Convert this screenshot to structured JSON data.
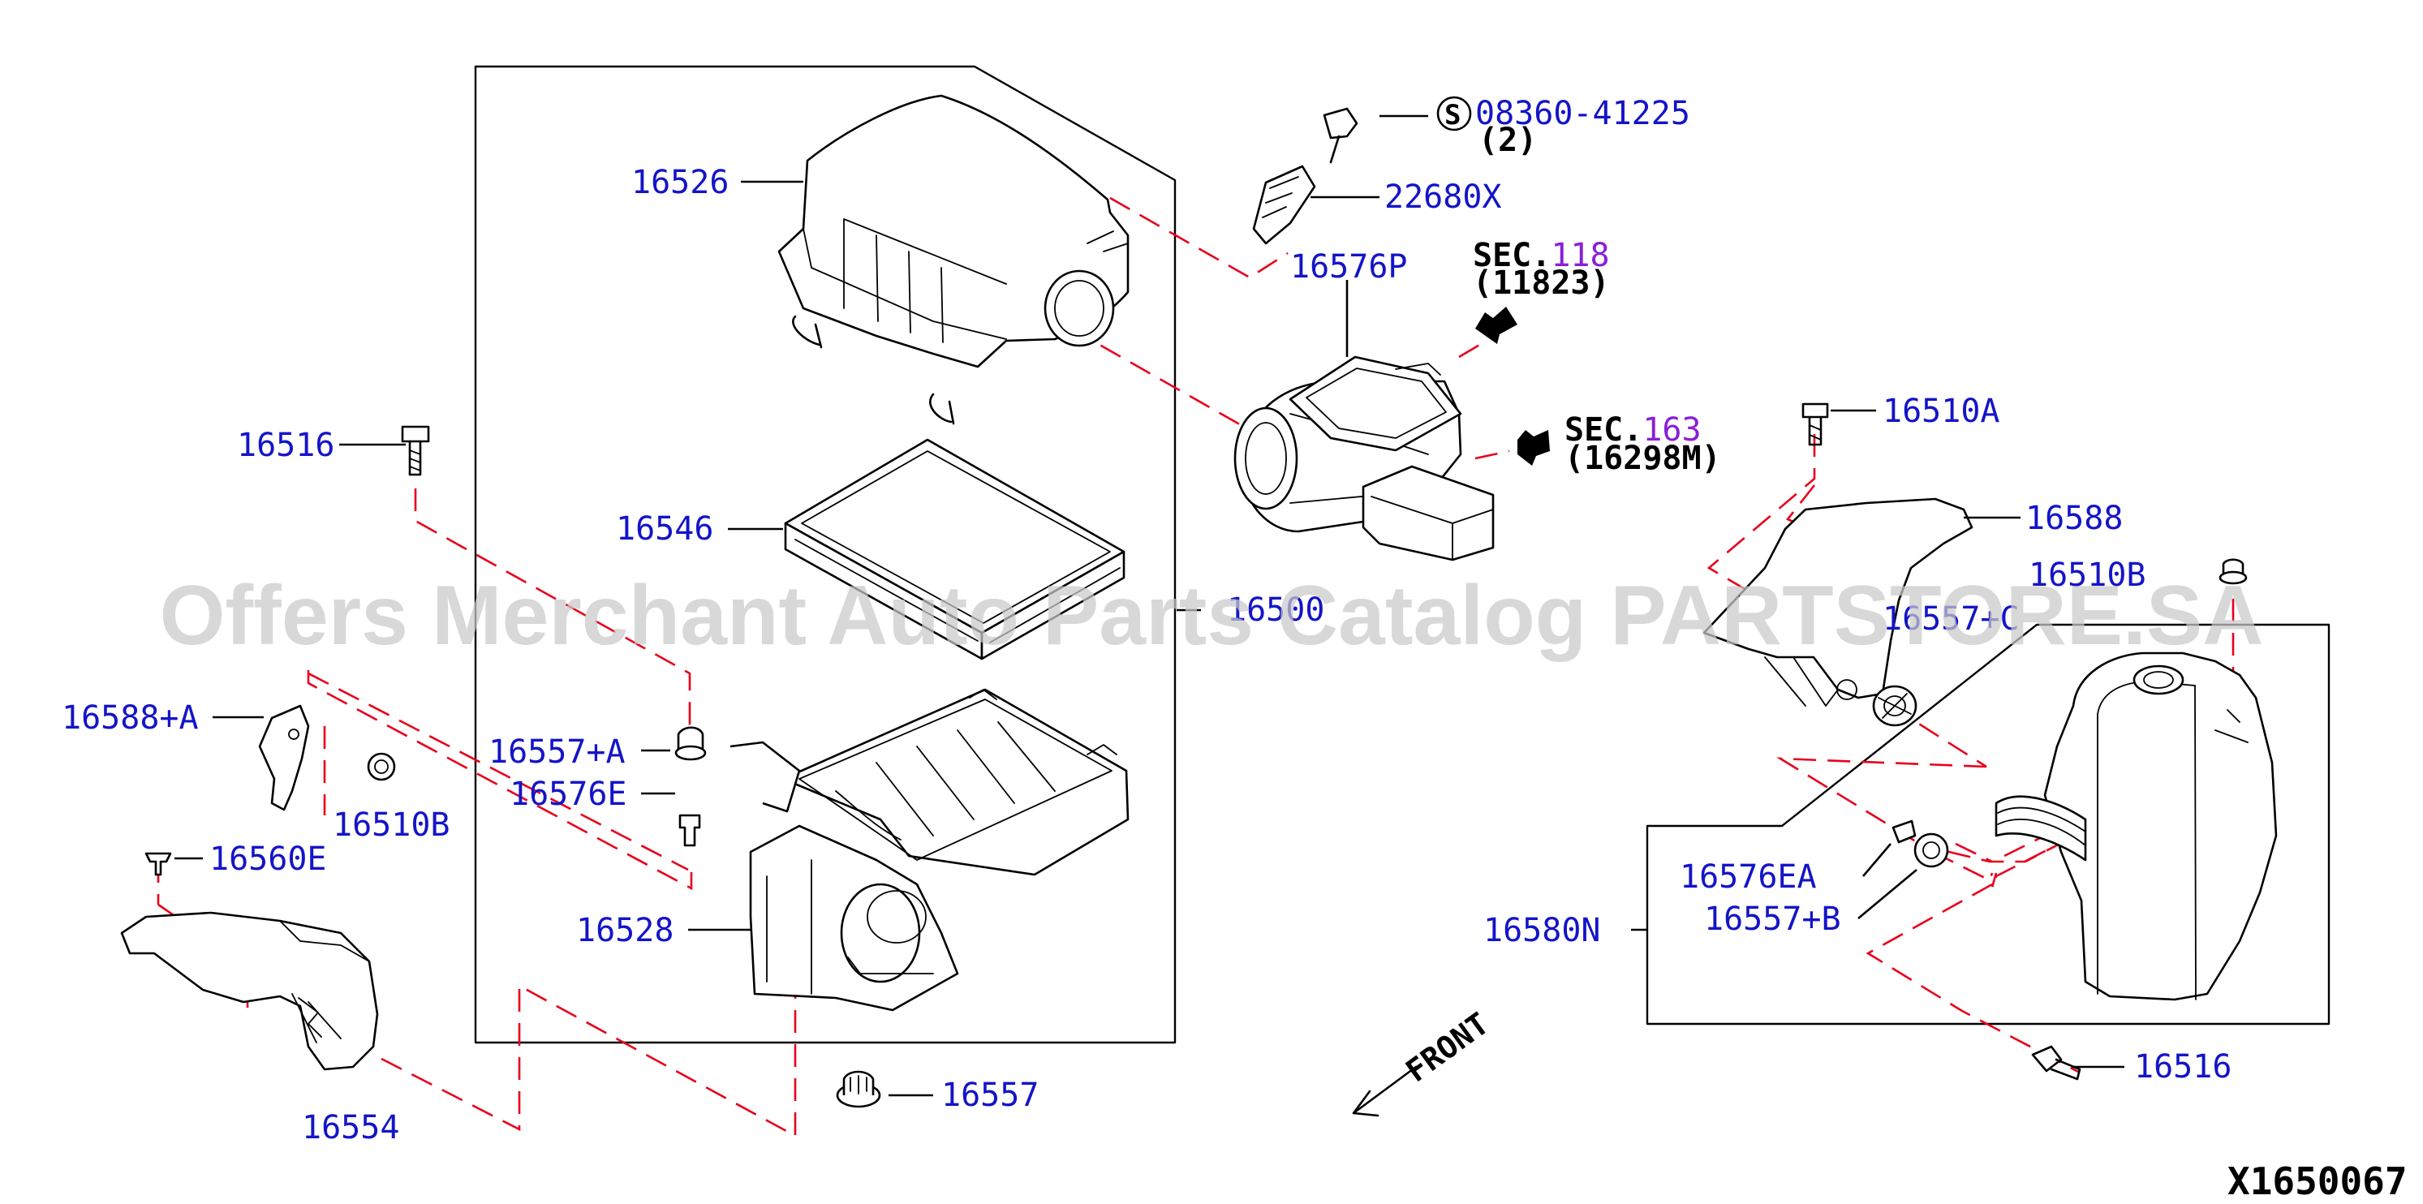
{
  "watermark": "Offers Merchant Auto Parts Catalog PARTSTORE.SA",
  "diagram_code": "X1650067",
  "front_label": "FRONT",
  "screw_symbol": "S",
  "section_refs": {
    "sec_prefix": "SEC.",
    "sec118_number": "118",
    "sec118_code": "(11823)",
    "sec163_number": "163",
    "sec163_code": "(16298M)"
  },
  "part_labels": {
    "p16526": "16526",
    "p16546": "16546",
    "p16500": "16500",
    "p16528": "16528",
    "p16557": "16557",
    "p16516_left": "16516",
    "p16516_right": "16516",
    "p16557A": "16557+A",
    "p16576E": "16576E",
    "p16588A": "16588+A",
    "p16510B_left": "16510B",
    "p16510B_right": "16510B",
    "p16560E": "16560E",
    "p16554": "16554",
    "p08360": "08360-41225",
    "p08360_qty": "(2)",
    "p22680X": "22680X",
    "p16576P": "16576P",
    "p16510A": "16510A",
    "p16588": "16588",
    "p16557C": "16557+C",
    "p16576EA": "16576EA",
    "p16557B": "16557+B",
    "p16580N": "16580N"
  }
}
